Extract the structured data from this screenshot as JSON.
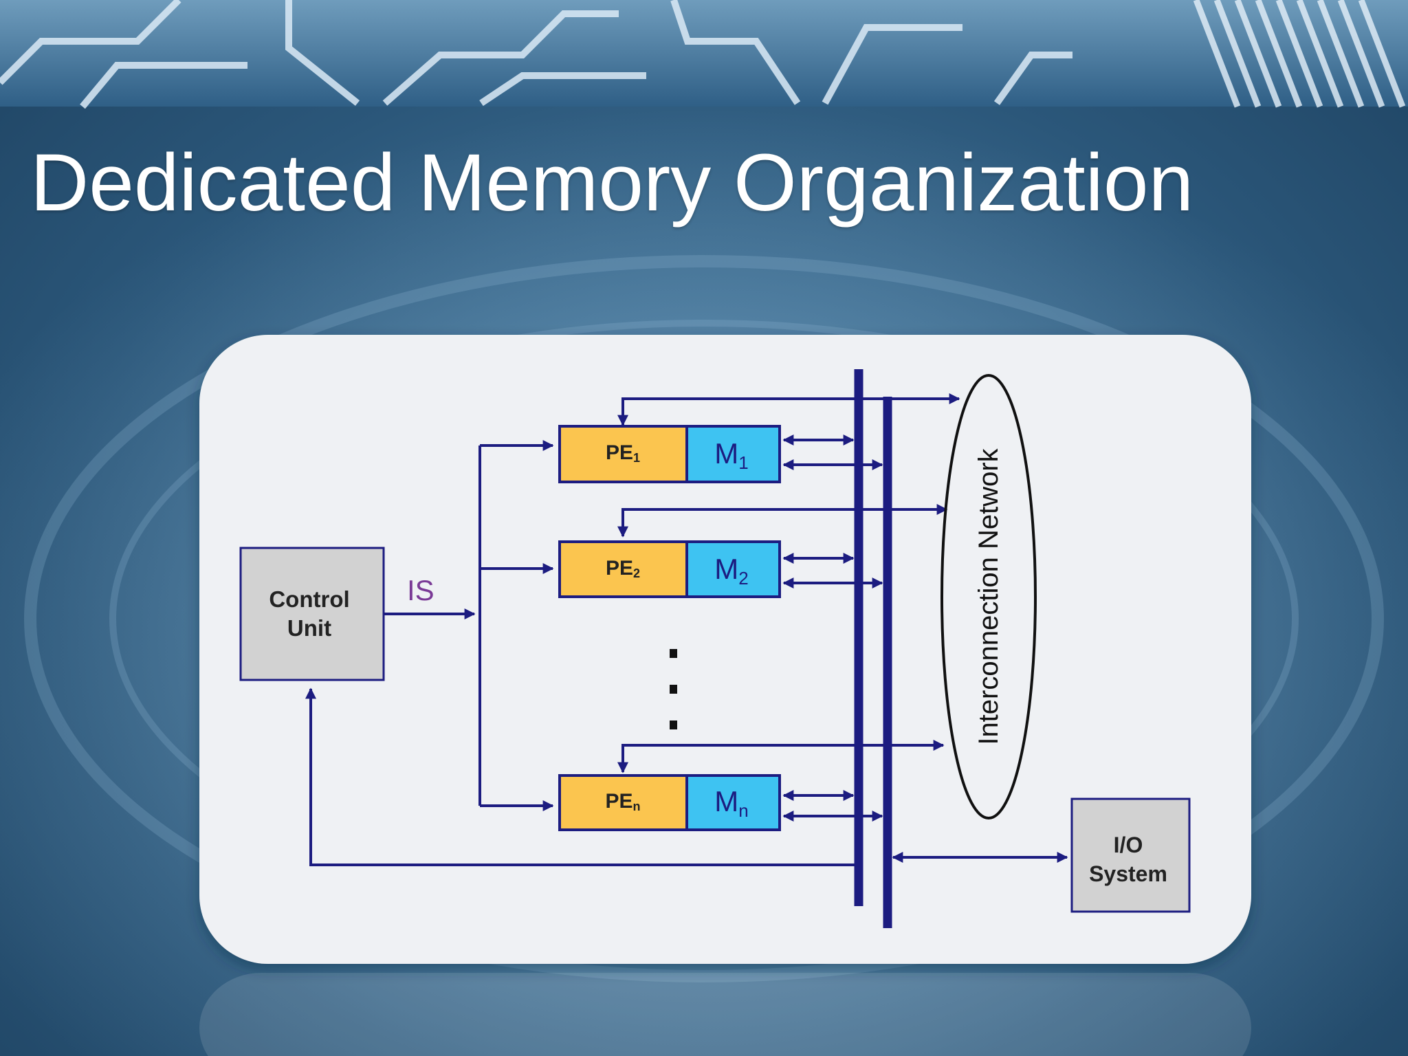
{
  "slide": {
    "title": "Dedicated Memory Organization"
  },
  "diagram": {
    "control_unit_line1": "Control",
    "control_unit_line2": "Unit",
    "is_label": "IS",
    "pe_nodes": [
      {
        "label": "PE",
        "subscript": "1",
        "memory": "M",
        "memory_subscript": "1"
      },
      {
        "label": "PE",
        "subscript": "2",
        "memory": "M",
        "memory_subscript": "2"
      },
      {
        "label": "PE",
        "subscript": "n",
        "memory": "M",
        "memory_subscript": "n"
      }
    ],
    "interconnection_network": "Interconnection Network",
    "io_line1": "I/O",
    "io_line2": "System"
  },
  "colors": {
    "wire": "#1c1c80",
    "pe_fill": "#fbc54f",
    "memory_fill": "#3ec3f2",
    "box_gray": "#d2d2d2",
    "card_fill": "#eff1f4",
    "title": "#ffffff",
    "is_label": "#7a3a96"
  }
}
